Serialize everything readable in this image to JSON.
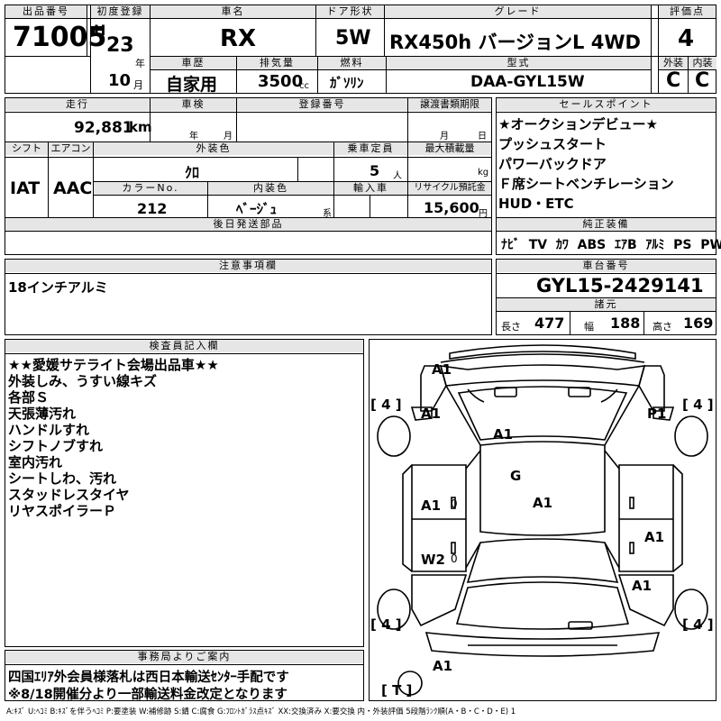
{
  "header": {
    "lot_label": "出品番号",
    "lot_no": "71005",
    "first_reg_label": "初度登録",
    "era": "H",
    "year": "23",
    "year_unit": "年",
    "month": "10",
    "month_unit": "月",
    "car_name_label": "車名",
    "car_name": "RX",
    "door_label": "ドア形状",
    "door": "5W",
    "grade_label": "グレード",
    "grade": "RX450h バージョンL 4WD",
    "score_label": "評価点",
    "score": "4",
    "history_label": "車歴",
    "history": "自家用",
    "displacement_label": "排気量",
    "displacement": "3500",
    "displacement_unit": "cc",
    "fuel_label": "燃料",
    "fuel": "ｶﾞｿﾘﾝ",
    "model_label": "型式",
    "model": "DAA-GYL15W",
    "ext_label": "外装",
    "ext": "C",
    "int_label": "内装",
    "int": "C"
  },
  "row2": {
    "mileage_label": "走行",
    "mileage": "92,881",
    "mileage_unit": "km",
    "inspection_label": "車検",
    "inspection_y": "年",
    "inspection_m": "月",
    "plate_label": "登録番号",
    "transfer_label": "譲渡書類期限",
    "transfer_m": "月",
    "transfer_d": "日"
  },
  "row3": {
    "shift_label": "シフト",
    "shift": "IAT",
    "ac_label": "エアコン",
    "ac": "AAC",
    "color_label": "外装色",
    "color": "ｸﾛ",
    "capacity_label": "乗車定員",
    "capacity": "5",
    "capacity_unit": "人",
    "maxload_label": "最大積載量",
    "maxload_unit": "kg",
    "colorno_label": "カラーNo.",
    "colorno": "212",
    "interior_label": "内装色",
    "interior": "ﾍﾞｰｼﾞｭ",
    "interior_unit": "系",
    "import_label": "輸入車",
    "recycle_label": "リサイクル預託金",
    "recycle": "15,600",
    "recycle_unit": "円"
  },
  "later_parts_label": "後日発送部品",
  "sales": {
    "label": "セールスポイント",
    "items": [
      "★オークションデビュー★",
      "プッシュスタート",
      "パワーバックドア",
      "Ｆ席シートベンチレーション",
      "HUD・ETC"
    ]
  },
  "equip": {
    "label": "純正装備",
    "items": [
      "ﾅﾋﾞ",
      "TV",
      "ｶﾜ",
      "ABS",
      "ｴｱB",
      "ｱﾙﾐ",
      "PS",
      "PW"
    ]
  },
  "notes": {
    "label": "注意事項欄",
    "text": "18インチアルミ"
  },
  "chassis": {
    "label": "車台番号",
    "number": "GYL15-2429141",
    "dims_label": "諸元",
    "length_label": "長さ",
    "length": "477",
    "width_label": "幅",
    "width": "188",
    "height_label": "高さ",
    "height": "169"
  },
  "inspector": {
    "label": "検査員記入欄",
    "lines": [
      "★★愛媛サテライト会場出品車★★",
      "外装しみ、うすい線キズ",
      "各部Ｓ",
      "天張薄汚れ",
      "ハンドルすれ",
      "シフトノブすれ",
      "室内汚れ",
      "シートしわ、汚れ",
      "スタッドレスタイヤ",
      "リヤスポイラーＰ"
    ]
  },
  "office": {
    "label": "事務局よりご案内",
    "lines": [
      "四国ｴﾘｱ外会員様落札は西日本輸送ｾﾝﾀｰ手配です",
      "※8/18開催分より一部輸送料金改定となります"
    ]
  },
  "diagram": {
    "marks": [
      "A1",
      "A1",
      "A1",
      "P1",
      "G",
      "A1",
      "A1",
      "A1",
      "W2",
      "A1",
      "A1",
      "0",
      "0"
    ],
    "tires": [
      "[ 4 ]",
      "[ 4 ]",
      "[ 4 ]",
      "[ 4 ]",
      "[ T ]"
    ]
  },
  "legend": "A:ｷｽﾞ U:ﾍｺﾐ B:ｷｽﾞを伴うﾍｺﾐ P:要塗装 W:補修跡 S:錆 C:腐食 G:ﾌﾛﾝﾄｶﾞﾗｽ点ｷｽﾞ XX:交換済み X:要交換 内・外装評価 5段階ﾗﾝｸ順(A・B・C・D・E) 1"
}
